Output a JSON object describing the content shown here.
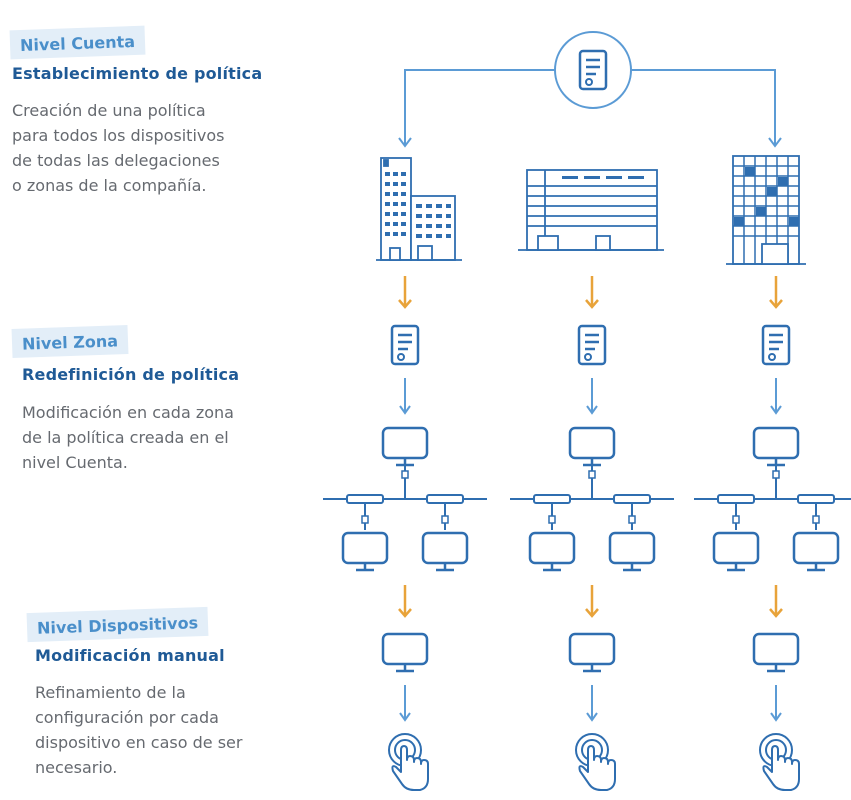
{
  "levels": [
    {
      "tag": "Nivel Cuenta",
      "title": "Establecimiento de política",
      "desc": [
        "Creación de una política",
        "para todos los dispositivos",
        "de todas las delegaciones",
        "o zonas de la compañía."
      ]
    },
    {
      "tag": "Nivel Zona",
      "title": "Redefinición de política",
      "desc": [
        "Modificación en cada zona",
        "de la política creada en el",
        "nivel Cuenta."
      ]
    },
    {
      "tag": "Nivel Dispositivos",
      "title": "Modificación manual",
      "desc": [
        "Refinamiento de la",
        "configuración por cada",
        "dispositivo en caso de ser",
        "necesario."
      ]
    }
  ],
  "diagram": {
    "columns": 3,
    "top_icon": "policy-document-icon",
    "buildings": [
      "office-towers-icon",
      "warehouse-building-icon",
      "skyscraper-icon"
    ],
    "zone_icon": "policy-document-icon",
    "network_icon": "network-hub-icon",
    "device_icon": "monitor-icon",
    "action_icon": "touch-hand-icon"
  },
  "colors": {
    "blue_line": "#5b9bd5",
    "orange_arrow": "#e8a33a",
    "icon_stroke": "#2f6eb0",
    "tag_bg": "#e3eef8",
    "tag_text": "#4a8fca",
    "title_text": "#1f5a96",
    "desc_text": "#666a70"
  }
}
